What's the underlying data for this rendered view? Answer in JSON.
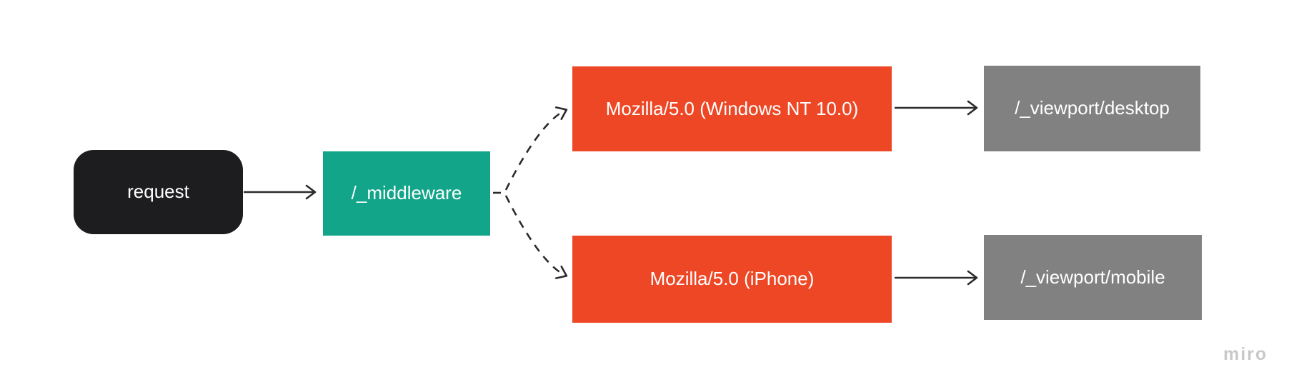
{
  "diagram": {
    "title": "middleware routing flowchart",
    "nodes": {
      "request": {
        "label": "request",
        "shape": "rounded-rect",
        "bg": "#1d1d1f",
        "text_color": "#ffffff"
      },
      "middleware": {
        "label": "/_middleware",
        "shape": "rect",
        "bg": "#12a58a",
        "text_color": "#ffffff"
      },
      "ua_desktop": {
        "label": "Mozilla/5.0 (Windows NT 10.0)",
        "shape": "rect",
        "bg": "#ee4726",
        "text_color": "#ffffff"
      },
      "vp_desktop": {
        "label": "/_viewport/desktop",
        "shape": "rect",
        "bg": "#818181",
        "text_color": "#ffffff"
      },
      "ua_mobile": {
        "label": "Mozilla/5.0 (iPhone)",
        "shape": "rect",
        "bg": "#ee4726",
        "text_color": "#ffffff"
      },
      "vp_mobile": {
        "label": "/_viewport/mobile",
        "shape": "rect",
        "bg": "#818181",
        "text_color": "#ffffff"
      }
    },
    "edges": [
      {
        "from": "request",
        "to": "middleware",
        "style": "solid",
        "arrow": "open-chevron"
      },
      {
        "from": "middleware",
        "to": "ua_desktop",
        "style": "dashed",
        "arrow": "open-chevron"
      },
      {
        "from": "middleware",
        "to": "ua_mobile",
        "style": "dashed",
        "arrow": "open-chevron"
      },
      {
        "from": "ua_desktop",
        "to": "vp_desktop",
        "style": "solid",
        "arrow": "open-chevron"
      },
      {
        "from": "ua_mobile",
        "to": "vp_mobile",
        "style": "solid",
        "arrow": "open-chevron"
      }
    ],
    "edge_color": "#2b2b2b",
    "background": "#ffffff",
    "watermark": "miro",
    "watermark_color": "#c9c9cb"
  }
}
